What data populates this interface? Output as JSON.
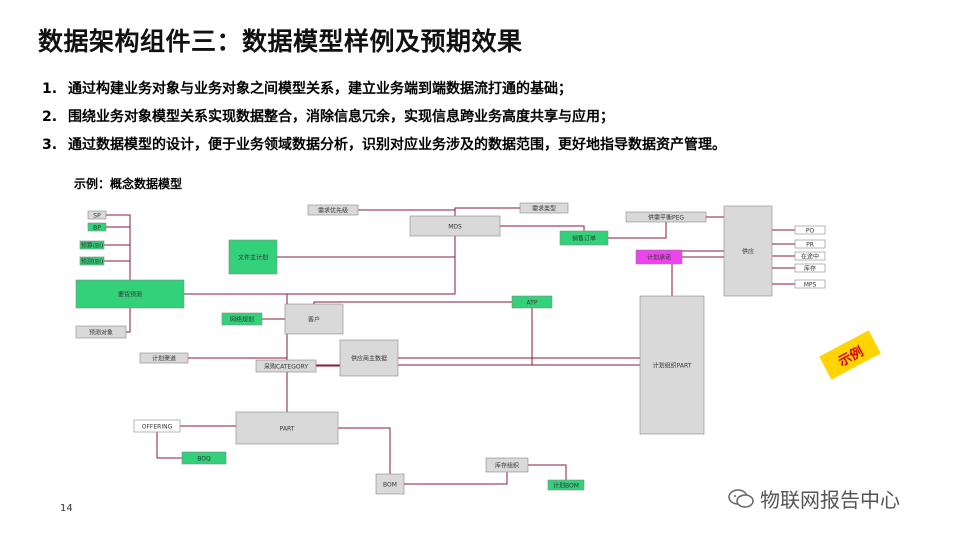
{
  "title": "数据架构组件三：数据模型样例及预期效果",
  "points": [
    {
      "num": "1.",
      "text": "通过构建业务对象与业务对象之间模型关系，建立业务端到端数据流打通的基础；"
    },
    {
      "num": "2.",
      "text": "围绕业务对象模型关系实现数据整合，消除信息冗余，实现信息跨业务高度共享与应用；"
    },
    {
      "num": "3.",
      "text": "通过数据模型的设计，便于业务领域数据分析，识别对应业务涉及的数据范围，更好地指导数据资产管理。"
    }
  ],
  "example_label": "示例：概念数据模型",
  "stamp_text": "示例",
  "page_number": "14",
  "watermark_text": "物联网报告中心",
  "colors": {
    "green": "#33d17a",
    "magenta": "#ee44ee",
    "gray": "#d9d9d9",
    "line": "#8b1a3a",
    "stamp": "#ffd400"
  },
  "diagram": {
    "nodes": [
      {
        "id": "sp",
        "label": "SP",
        "color": "#d9d9d9"
      },
      {
        "id": "bp",
        "label": "BP",
        "color": "#33d17a"
      },
      {
        "id": "zj1",
        "label": "预算(BI)",
        "color": "#33d17a"
      },
      {
        "id": "zj2",
        "label": "预测(BI)",
        "color": "#33d17a"
      },
      {
        "id": "ysyc",
        "label": "要货预测",
        "color": "#33d17a"
      },
      {
        "id": "yxdx",
        "label": "预测对象",
        "color": "#d9d9d9"
      },
      {
        "id": "jhqd",
        "label": "计划渠道",
        "color": "#d9d9d9"
      },
      {
        "id": "wjjh",
        "label": "文件主计划",
        "color": "#33d17a"
      },
      {
        "id": "wlxj",
        "label": "网络规划",
        "color": "#33d17a"
      },
      {
        "id": "kh",
        "label": "客户",
        "color": "#d9d9d9"
      },
      {
        "id": "xqyj",
        "label": "需求优先级",
        "color": "#d9d9d9"
      },
      {
        "id": "mds",
        "label": "MDS",
        "color": "#d9d9d9"
      },
      {
        "id": "xqlx",
        "label": "需求类型",
        "color": "#d9d9d9"
      },
      {
        "id": "xsdd",
        "label": "销售订单",
        "color": "#33d17a"
      },
      {
        "id": "atp",
        "label": "ATP",
        "color": "#33d17a"
      },
      {
        "id": "jhpz",
        "label": "计划承诺",
        "color": "#ee44ee"
      },
      {
        "id": "gxpd",
        "label": "供需平衡PEG",
        "color": "#d9d9d9"
      },
      {
        "id": "gy",
        "label": "供应",
        "color": "#d9d9d9"
      },
      {
        "id": "po",
        "label": "PO",
        "color": "#ffffff"
      },
      {
        "id": "pr",
        "label": "PR",
        "color": "#ffffff"
      },
      {
        "id": "zcz",
        "label": "在途中",
        "color": "#ffffff"
      },
      {
        "id": "kc",
        "label": "库存",
        "color": "#ffffff"
      },
      {
        "id": "mps",
        "label": "MPS",
        "color": "#ffffff"
      },
      {
        "id": "jhzz",
        "label": "计划组织PART",
        "color": "#d9d9d9"
      },
      {
        "id": "gyzz",
        "label": "供应商主数据",
        "color": "#d9d9d9"
      },
      {
        "id": "category",
        "label": "采购CATEGORY",
        "color": "#d9d9d9"
      },
      {
        "id": "part",
        "label": "PART",
        "color": "#d9d9d9"
      },
      {
        "id": "offering",
        "label": "OFFERING",
        "color": "#ffffff"
      },
      {
        "id": "boq",
        "label": "BOQ",
        "color": "#33d17a"
      },
      {
        "id": "bom",
        "label": "BOM",
        "color": "#d9d9d9"
      },
      {
        "id": "kczz",
        "label": "库存组织",
        "color": "#d9d9d9"
      },
      {
        "id": "jhbom",
        "label": "计划BOM",
        "color": "#33d17a"
      }
    ]
  }
}
